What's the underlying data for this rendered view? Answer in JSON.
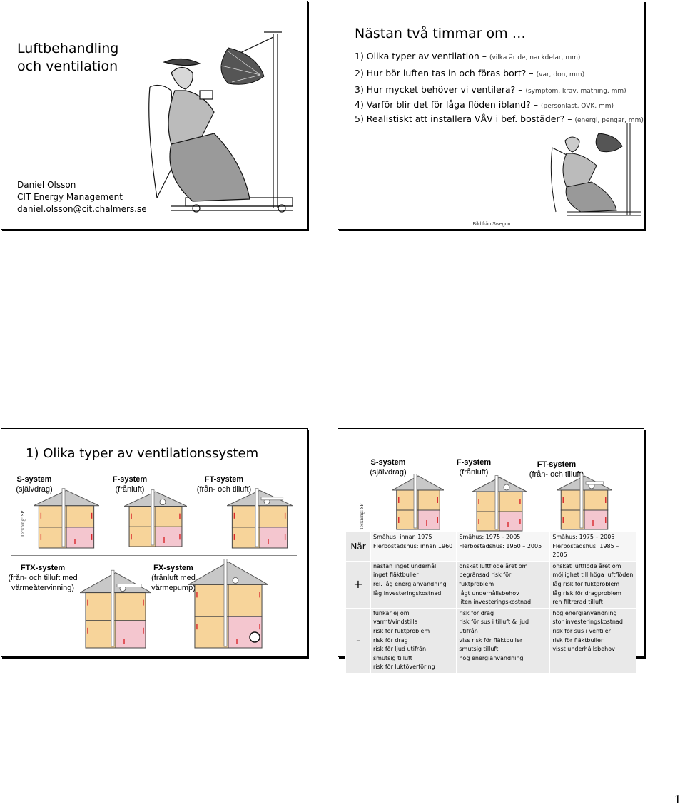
{
  "slide1": {
    "title_line1": "Luftbehandling",
    "title_line2": "och ventilation",
    "author_name": "Daniel Olsson",
    "author_org": "CIT Energy Management",
    "author_email": "daniel.olsson@cit.chalmers.se"
  },
  "slide2": {
    "title": "Nästan två timmar om …",
    "items": [
      {
        "text": "1)  Olika typer av ventilation – ",
        "note": "(vilka är de, nackdelar, mm)"
      },
      {
        "text": "2)  Hur bör luften tas in och föras bort? – ",
        "note": "(var, don, mm)"
      },
      {
        "text": "3)  Hur mycket behöver vi ventilera? – ",
        "note": "(symptom, krav, mätning, mm)"
      },
      {
        "text": "4)  Varför blir det för låga flöden ibland? – ",
        "note": "(personlast, OVK, mm)"
      },
      {
        "text": "5)  Realistiskt att installera VÅV i bef. bostäder? – ",
        "note": "(energi, pengar, mm)"
      }
    ],
    "caption": "Bild från Swegon"
  },
  "slide3": {
    "title": "1)  Olika typer av ventilationssystem",
    "credit": "Teckning: SP",
    "systems": [
      {
        "name": "S-system",
        "desc": "(självdrag)"
      },
      {
        "name": "F-system",
        "desc": "(frånluft)"
      },
      {
        "name": "FT-system",
        "desc": "(från- och tilluft)"
      },
      {
        "name": "FTX-system",
        "desc": "(från- och tilluft med värmeåtervinning)"
      },
      {
        "name": "FX-system",
        "desc": "(frånluft med värmepump)"
      }
    ]
  },
  "slide4": {
    "credit": "Teckning: SP",
    "systems": [
      {
        "name": "S-system",
        "desc": "(självdrag)"
      },
      {
        "name": "F-system",
        "desc": "(frånluft)"
      },
      {
        "name": "FT-system",
        "desc": "(från- och tilluft)"
      }
    ],
    "table": {
      "row_when": "När",
      "row_plus": "+",
      "row_minus": "-",
      "when": [
        [
          "Småhus: innan 1975",
          "Flerbostadshus: innan 1960"
        ],
        [
          "Småhus: 1975 - 2005",
          "Flerbostadshus: 1960 – 2005"
        ],
        [
          "Småhus: 1975 – 2005",
          "Flerbostadshus: 1985 – 2005"
        ]
      ],
      "plus": [
        [
          "nästan inget underhåll",
          "inget fläktbuller",
          "rel. låg energianvändning",
          "låg investeringskostnad"
        ],
        [
          "önskat luftflöde året om",
          "begränsad risk för fuktproblem",
          "lågt underhållsbehov",
          "liten investeringskostnad"
        ],
        [
          "önskat luftflöde året om",
          "möjlighet till höga luftflöden",
          "låg risk för fuktproblem",
          "låg risk för dragproblem",
          "ren filtrerad tilluft"
        ]
      ],
      "minus": [
        [
          "funkar ej om varmt/vindstilla",
          "risk för fuktproblem",
          "risk för drag",
          "risk för ljud utifrån",
          "smutsig tilluft",
          "risk för luktöverföring"
        ],
        [
          "risk för drag",
          "risk för sus i tilluft & ljud utifrån",
          "viss risk för fläktbuller",
          "smutsig tilluft",
          "hög energianvändning"
        ],
        [
          "hög energianvändning",
          "stor investeringskostnad",
          "risk för sus i ventiler",
          "risk för fläktbuller",
          "visst underhållsbehov"
        ]
      ]
    }
  },
  "page_number": "1",
  "colors": {
    "roof": "#c8c8c8",
    "room": "#f7d49a",
    "room_pink": "#f4c6cf",
    "arrow": "#d9262b",
    "table_bg": "#e9e9e9"
  }
}
